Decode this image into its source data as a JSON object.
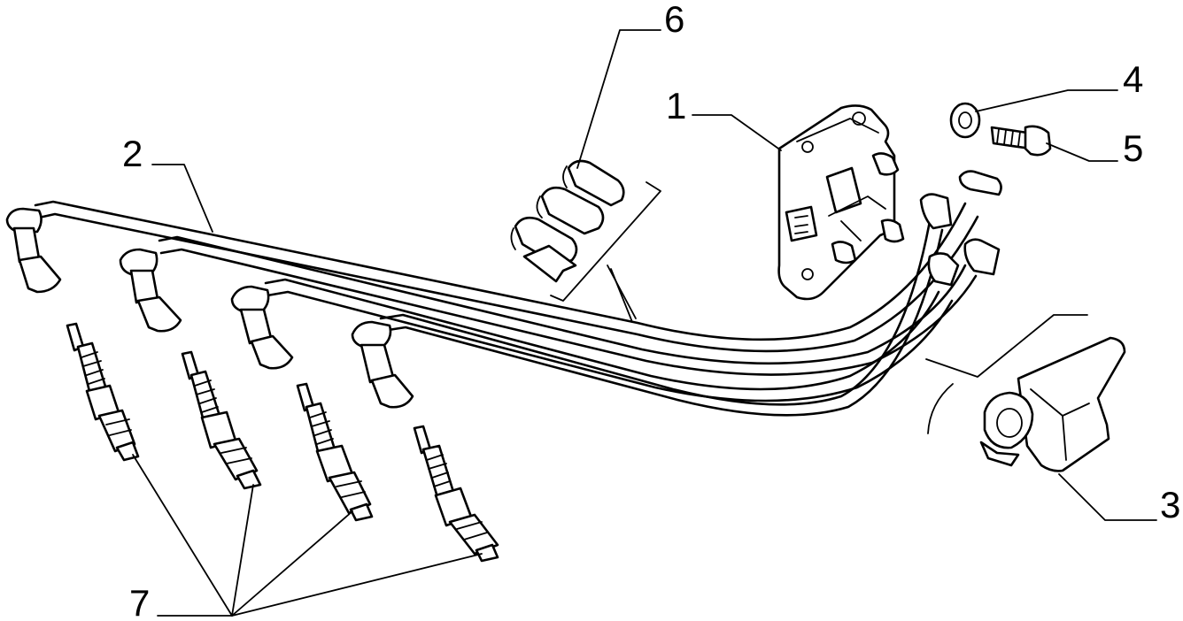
{
  "diagram": {
    "callouts": [
      {
        "id": "1",
        "label": "1"
      },
      {
        "id": "2",
        "label": "2"
      },
      {
        "id": "3",
        "label": "3"
      },
      {
        "id": "4",
        "label": "4"
      },
      {
        "id": "5",
        "label": "5"
      },
      {
        "id": "6",
        "label": "6"
      },
      {
        "id": "7",
        "label": "7"
      }
    ]
  },
  "colors": {
    "ink": "#000000",
    "background": "#ffffff"
  }
}
